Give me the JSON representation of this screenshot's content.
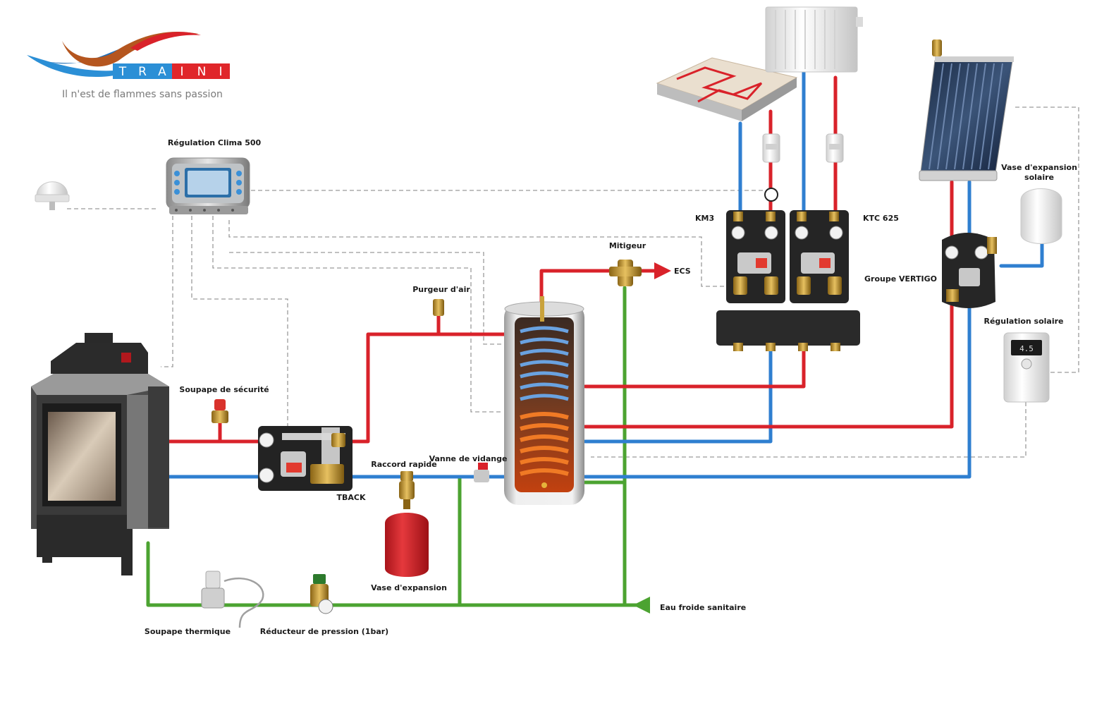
{
  "logo": {
    "letters": [
      "T",
      "R",
      "A",
      "I",
      "N",
      "I"
    ],
    "tagline": "Il n'est de flammes sans passion"
  },
  "labels": {
    "regulation_clima": "Régulation Clima 500",
    "soupape_securite": "Soupape de sécurité",
    "purgeur_air": "Purgeur d'air",
    "mitigeur": "Mitigeur",
    "ecs": "ECS",
    "km3": "KM3",
    "ktc625": "KTC 625",
    "groupe_vertigo": "Groupe VERTIGO",
    "vase_expansion_solaire_1": "Vase d'expansion",
    "vase_expansion_solaire_2": "solaire",
    "regulation_solaire": "Régulation solaire",
    "raccord_rapide": "Raccord rapide",
    "vanne_vidange": "Vanne de vidange",
    "tback": "TBACK",
    "vase_expansion": "Vase d'expansion",
    "eau_froide": "Eau froide sanitaire",
    "soupape_thermique": "Soupape thermique",
    "reducteur_pression": "Réducteur de pression (1bar)",
    "solar_display": "4.5"
  },
  "colors": {
    "hot_pipe": "#d9222a",
    "cold_pipe": "#2f7fd0",
    "sanitary_pipe": "#4ca331",
    "control_line": "#9a9a9a",
    "logo_blue": "#2b8fd6",
    "logo_red": "#e0262a"
  }
}
